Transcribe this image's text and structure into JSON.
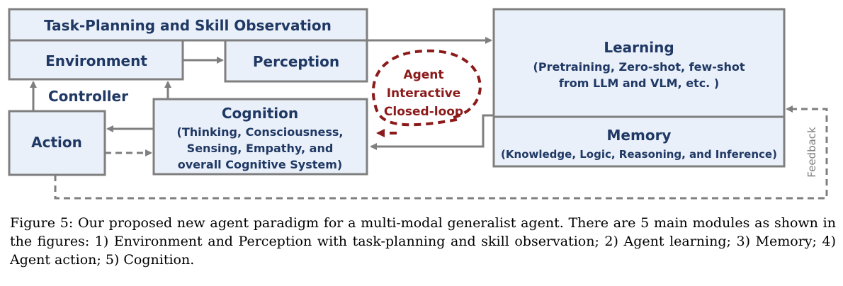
{
  "diagram": {
    "task_planning": "Task-Planning and Skill Observation",
    "environment": "Environment",
    "perception": "Perception",
    "controller": "Controller",
    "action": "Action",
    "cognition": {
      "title": "Cognition",
      "lines": [
        "(Thinking, Consciousness,",
        "Sensing, Empathy, and",
        "overall Cognitive System)"
      ]
    },
    "loop": {
      "lines": [
        "Agent",
        "Interactive",
        "Closed-loop"
      ]
    },
    "learning": {
      "title": "Learning",
      "lines": [
        "(Pretraining, Zero-shot, few-shot",
        "from LLM and VLM, etc. )"
      ]
    },
    "memory": {
      "title": "Memory",
      "subtitle": "(Knowledge, Logic, Reasoning, and Inference)"
    },
    "feedback": "Feedback"
  },
  "caption": "Figure 5: Our proposed new agent paradigm for a multi-modal generalist agent. There are 5 main modules as shown in the figures: 1) Environment and Perception with task-planning and skill observation; 2) Agent learning; 3) Memory; 4) Agent action; 5) Cognition.",
  "colors": {
    "box_fill": "#eaf0f9",
    "box_stroke": "#7f7f7f",
    "text": "#1f3864",
    "loop": "#8b1a1a",
    "arrow": "#7f7f7f"
  }
}
